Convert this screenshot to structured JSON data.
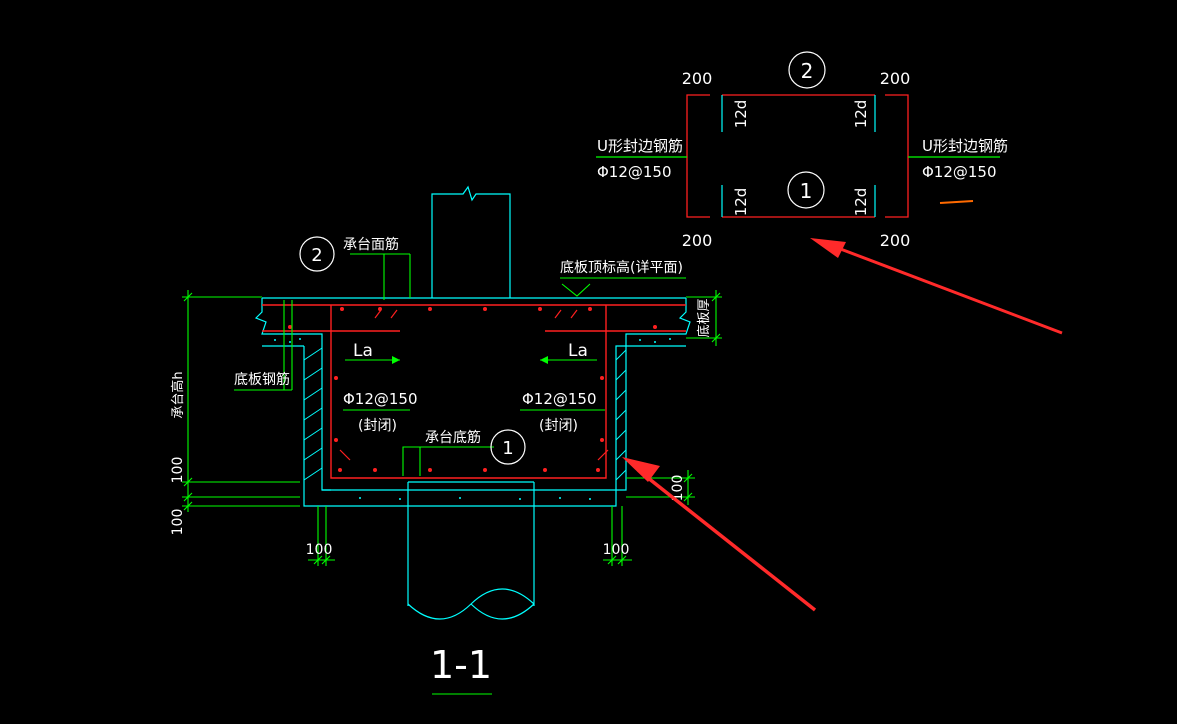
{
  "colors": {
    "background": "#000000",
    "concrete_outline": "#00ffff",
    "rebar": "#ff2020",
    "dimension": "#00ff00",
    "text": "#ffffff",
    "arrow": "#ff2a2a",
    "orange_mark": "#ff6a00"
  },
  "plan": {
    "marker_top": "2",
    "marker_center": "1",
    "dim_top_left": "200",
    "dim_top_right": "200",
    "dim_bottom_left": "200",
    "dim_bottom_right": "200",
    "anchor_tl": "12d",
    "anchor_tr": "12d",
    "anchor_bl": "12d",
    "anchor_br": "12d",
    "label_left_name": "U形封边钢筋",
    "label_left_spec": "Φ12@150",
    "label_right_name": "U形封边钢筋",
    "label_right_spec": "Φ12@150"
  },
  "section": {
    "marker_top": "2",
    "label_top_rebar": "承台面筋",
    "label_slab_top": "底板顶标高(详平面)",
    "label_slab_thickness": "底板厚",
    "label_cap_height": "承台高h",
    "label_slab_rebar": "底板钢筋",
    "la_left": "La",
    "la_right": "La",
    "spec_left": "Φ12@150",
    "closed_left": "(封闭)",
    "spec_right": "Φ12@150",
    "closed_right": "(封闭)",
    "label_bottom_rebar": "承台底筋",
    "marker_bottom": "1",
    "dim_100_left_a": "100",
    "dim_100_left_b": "100",
    "dim_100_right": "100",
    "dim_100_bottom_left": "100",
    "dim_100_bottom_right": "100",
    "title": "1-1"
  }
}
